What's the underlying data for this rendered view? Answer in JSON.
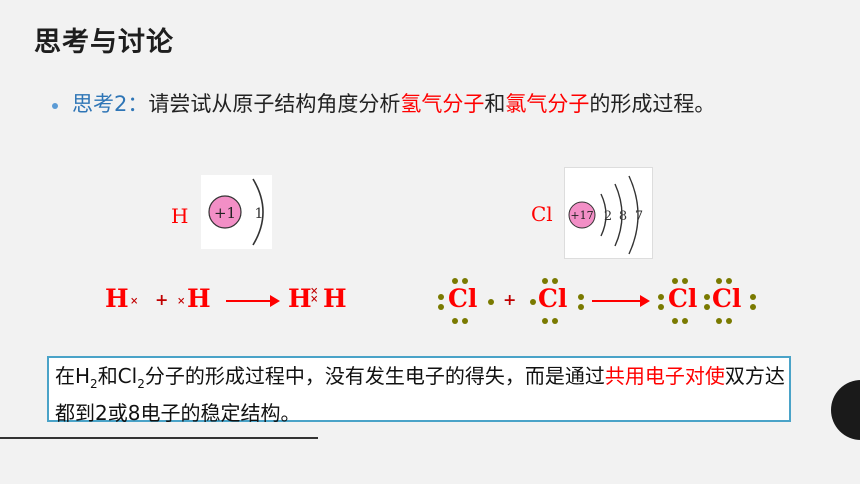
{
  "title": "思考与讨论",
  "question": {
    "prefix": "思考2：",
    "part1": "请尝试从原子结构角度分析",
    "highlight1": "氢气分子",
    "part2": "和",
    "highlight2": "氯气分子",
    "part3": "的形成过程。"
  },
  "hydrogen": {
    "symbol": "H",
    "nucleus": "+1",
    "shells": [
      "1"
    ]
  },
  "chlorine": {
    "symbol": "Cl",
    "nucleus": "+17",
    "shells": [
      "2",
      "8",
      "7"
    ]
  },
  "h_equation": {
    "left": "H",
    "cross": "×",
    "plus": "+",
    "right": "H",
    "product_left": "H",
    "product_right": "H"
  },
  "cl_equation": {
    "atom": "Cl",
    "plus": "+"
  },
  "summary": {
    "t1": "在H",
    "s1": "2",
    "t2": "和Cl",
    "s2": "2",
    "t3": "分子的形成过程中，没有发生电子的得失，而是通过",
    "highlight": "共用电子对使",
    "t4": "双方达都到2或8电子的稳定结构。"
  },
  "colors": {
    "accent_blue": "#2e75b6",
    "highlight_red": "#ff0000",
    "border": "#4aa3c8",
    "electron_dot": "#7a7a00"
  }
}
